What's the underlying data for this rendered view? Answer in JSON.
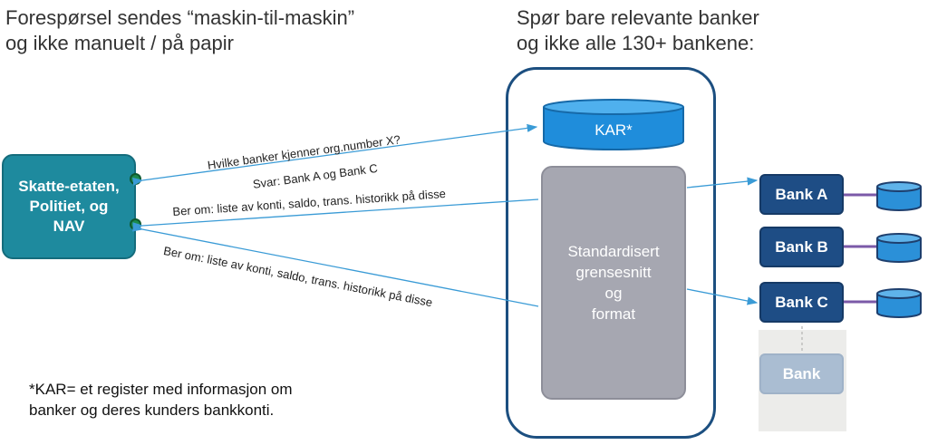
{
  "headings": {
    "left": [
      "Forespørsel sendes “maskin-til-maskin”",
      "og ikke manuelt / på papir"
    ],
    "right": [
      "Spør bare relevante banker",
      "og ikke alle 130+ bankene:"
    ]
  },
  "agency": {
    "label": "Skatte-etaten, Politiet, og NAV"
  },
  "kar": {
    "label": "KAR*"
  },
  "interface": {
    "lines": [
      "Standardisert",
      "grensesnitt",
      "og",
      "format"
    ]
  },
  "banks": [
    {
      "label": "Bank A"
    },
    {
      "label": "Bank B"
    },
    {
      "label": "Bank C"
    }
  ],
  "faded_bank": {
    "label": "Bank"
  },
  "arrows": {
    "query": "Hvilke banker kjenner org.number X?",
    "answer": "Svar: Bank A og Bank C",
    "request_top": "Ber om: liste av konti, saldo, trans. historikk på disse",
    "request_bottom": "Ber om: liste av konti, saldo, trans. historikk på disse"
  },
  "footnote": [
    "*KAR= et register med informasjon om",
    "banker og deres kunders bankkonti."
  ],
  "colors": {
    "agency": "#1e8a9e",
    "kar": "#1f8ddb",
    "interface": "#a6a7b1",
    "bank": "#1e4d85",
    "bank_faded": "#aabdd2",
    "database": "#2b90d8",
    "connector": "#7b5aa8",
    "arrow": "#3a9bd6",
    "dot": "#1b8a4e"
  }
}
